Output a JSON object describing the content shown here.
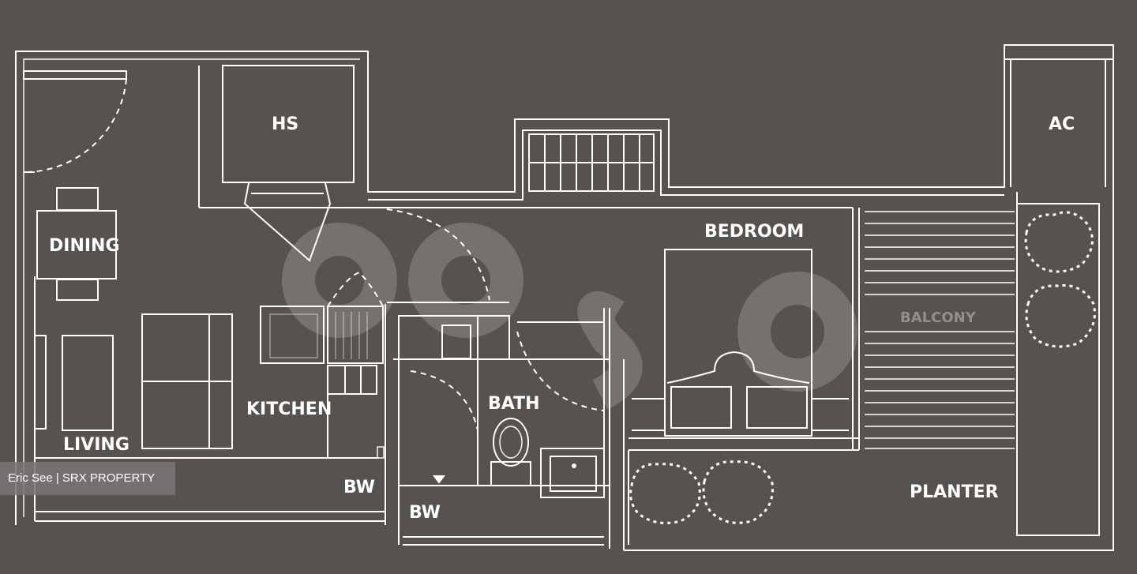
{
  "rooms": {
    "hs": "HS",
    "ac": "AC",
    "dining": "DINING",
    "bedroom": "BEDROOM",
    "balcony": "BALCONY",
    "kitchen": "KITCHEN",
    "bath": "BATH",
    "living": "LIVING",
    "bw_left": "BW",
    "bw_bath": "BW",
    "planter": "PLANTER"
  },
  "credit": "Eric See | SRX PROPERTY",
  "colors": {
    "background": "#56524f",
    "line": "#ffffff"
  }
}
